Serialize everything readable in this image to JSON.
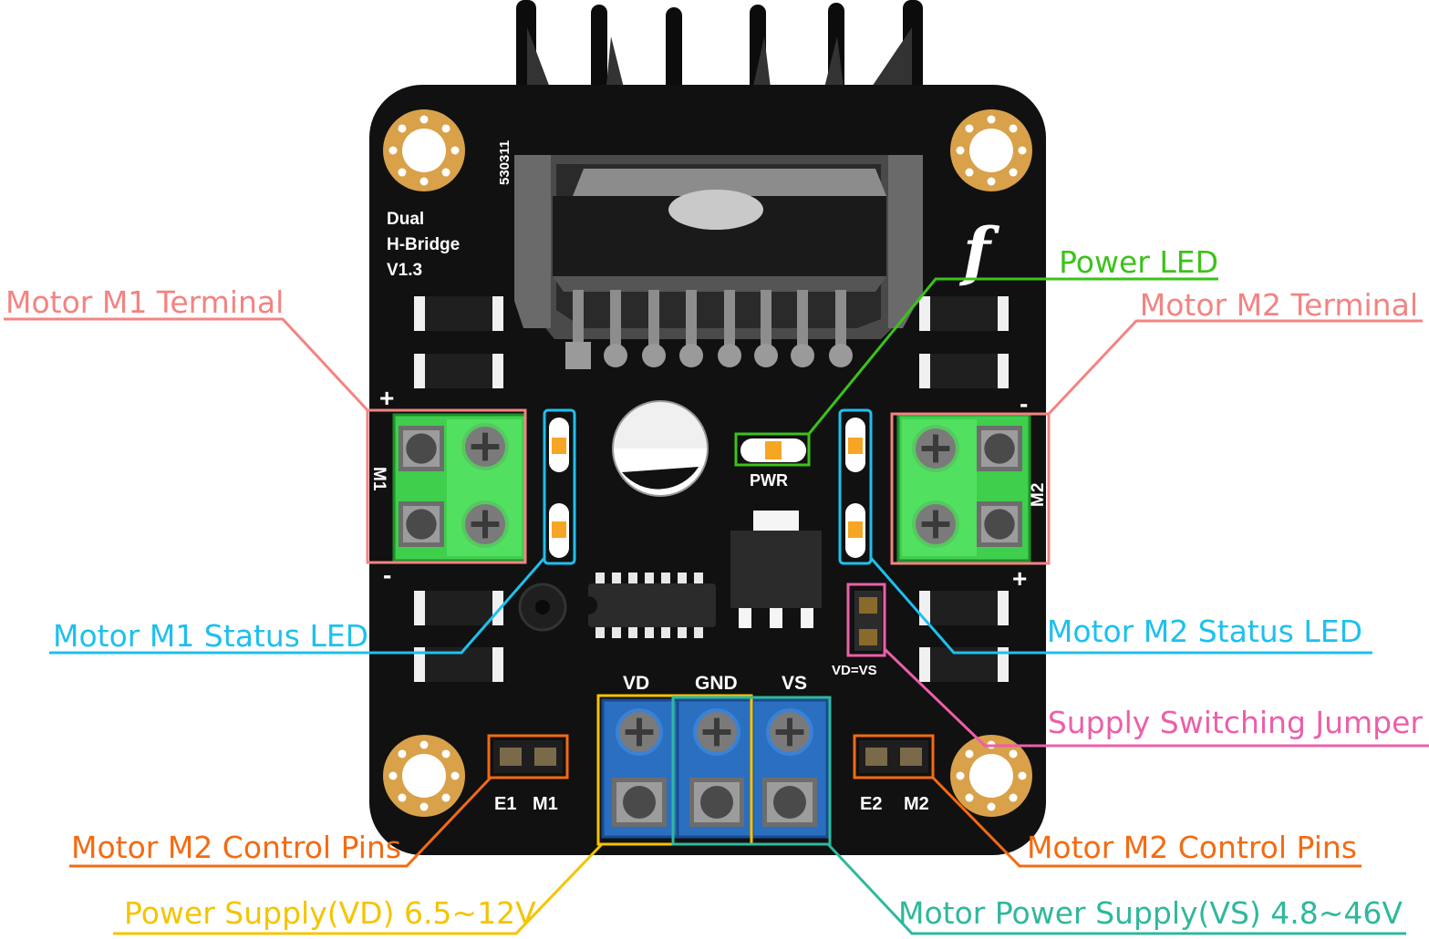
{
  "board": {
    "name_line1": "Dual",
    "name_line2": "H-Bridge",
    "name_line3": "V1.3",
    "serial": "530311",
    "logo_glyph": "f",
    "board_color": "#111111",
    "terminal_left": "M1",
    "terminal_right": "M2",
    "plus": "+",
    "minus": "-",
    "pwr": "PWR",
    "vd": "VD",
    "gnd": "GND",
    "vs": "VS",
    "jumper": "VD=VS",
    "pins_left_e": "E1",
    "pins_left_m": "M1",
    "pins_right_e": "E2",
    "pins_right_m": "M2"
  },
  "callouts": {
    "motor_m1_terminal": {
      "text": "Motor M1 Terminal",
      "color": "#f28482"
    },
    "motor_m2_terminal": {
      "text": "Motor M2 Terminal",
      "color": "#f28482"
    },
    "power_led": {
      "text": "Power  LED",
      "color": "#3cc21a"
    },
    "motor_m1_status_led": {
      "text": "Motor M1 Status LED",
      "color": "#1ec0ee"
    },
    "motor_m2_status_led": {
      "text": "Motor M2 Status LED",
      "color": "#1ec0ee"
    },
    "supply_switching_jumper": {
      "text": "Supply Switching Jumper",
      "color": "#ec5fa8"
    },
    "left_control_pins": {
      "text": "Motor M2 Control Pins",
      "color": "#f36b12"
    },
    "right_control_pins": {
      "text": "Motor M2 Control Pins",
      "color": "#f36b12"
    },
    "power_supply_vd": {
      "text": "Power Supply(VD) 6.5~12V",
      "color": "#f5c400"
    },
    "motor_power_supply_vs": {
      "text": "Motor Power Supply(VS) 4.8~46V",
      "color": "#2fb89c"
    }
  }
}
